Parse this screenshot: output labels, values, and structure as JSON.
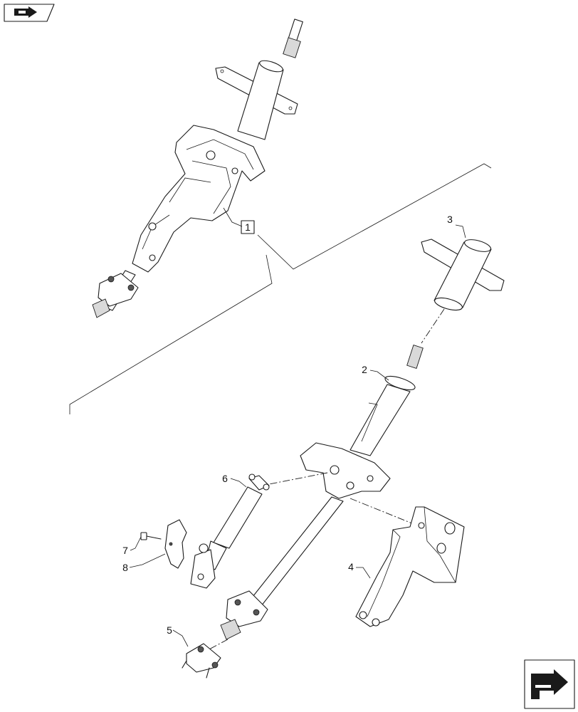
{
  "callouts": {
    "c1": "1",
    "c2": "2",
    "c3": "3",
    "c4": "4",
    "c5": "5",
    "c6": "6",
    "c7": "7",
    "c8": "8"
  },
  "icons": {
    "top_left": "shortcut-arrow-icon",
    "bottom_right": "navigate-next-icon"
  }
}
